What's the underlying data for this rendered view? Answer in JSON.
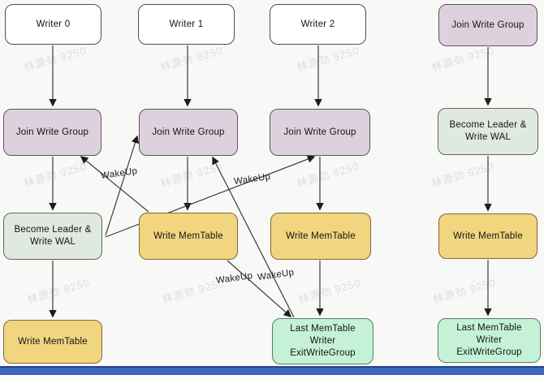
{
  "nodes": {
    "writer_0": "Writer 0",
    "writer_1": "Writer 1",
    "writer_2": "Writer 2",
    "join_0": "Join Write Group",
    "join_1": "Join Write Group",
    "join_2": "Join Write Group",
    "join_3": "Join Write Group",
    "leader_0": "Become Leader & Write WAL",
    "leader_3": "Become Leader & Write WAL",
    "memtable_0": "Write MemTable",
    "memtable_1": "Write MemTable",
    "memtable_2": "Write MemTable",
    "memtable_3": "Write MemTable",
    "exit_2": "Last MemTable Writer ExitWriteGroup",
    "exit_3": "Last MemTable Writer ExitWriteGroup"
  },
  "edge_labels": {
    "wakeup": "WakeUp"
  },
  "edges": [
    {
      "from": "writer-0",
      "to": "join-write-group-0",
      "label": ""
    },
    {
      "from": "writer-1",
      "to": "join-write-group-1",
      "label": ""
    },
    {
      "from": "writer-2",
      "to": "join-write-group-2",
      "label": ""
    },
    {
      "from": "join-write-group-0",
      "to": "become-leader-write-wal-0",
      "label": ""
    },
    {
      "from": "become-leader-write-wal-0",
      "to": "write-memtable-0",
      "label": ""
    },
    {
      "from": "join-write-group-1",
      "to": "write-memtable-1",
      "label": ""
    },
    {
      "from": "join-write-group-2",
      "to": "write-memtable-2",
      "label": ""
    },
    {
      "from": "write-memtable-2",
      "to": "last-memtable-writer-exitwritegroup-2",
      "label": ""
    },
    {
      "from": "join-write-group-3",
      "to": "become-leader-write-wal-3",
      "label": ""
    },
    {
      "from": "become-leader-write-wal-3",
      "to": "write-memtable-3",
      "label": ""
    },
    {
      "from": "write-memtable-3",
      "to": "last-memtable-writer-exitwritegroup-3",
      "label": ""
    },
    {
      "from": "become-leader-write-wal-0",
      "to": "join-write-group-1",
      "label": "WakeUp"
    },
    {
      "from": "become-leader-write-wal-0",
      "to": "join-write-group-2",
      "label": "WakeUp"
    },
    {
      "from": "write-memtable-1",
      "to": "join-write-group-0",
      "label": ""
    },
    {
      "from": "write-memtable-1",
      "to": "last-memtable-writer-exitwritegroup-2",
      "label": "WakeUp"
    },
    {
      "from": "last-memtable-writer-exitwritegroup-2",
      "to": "join-write-group-1",
      "label": "WakeUp"
    }
  ],
  "watermark": {
    "text": "林源劲 9250"
  },
  "colors": {
    "background": "#f8f8f7",
    "box_white": "#ffffff",
    "box_purple": "#ddd1dd",
    "box_green": "#dfe9df",
    "box_yellow": "#f1d57f",
    "box_mint": "#c5f2d6",
    "arrow": "#2a2a2a",
    "bottom_bar": "#3e66bd",
    "bottom_bar_edge": "#21418e"
  }
}
